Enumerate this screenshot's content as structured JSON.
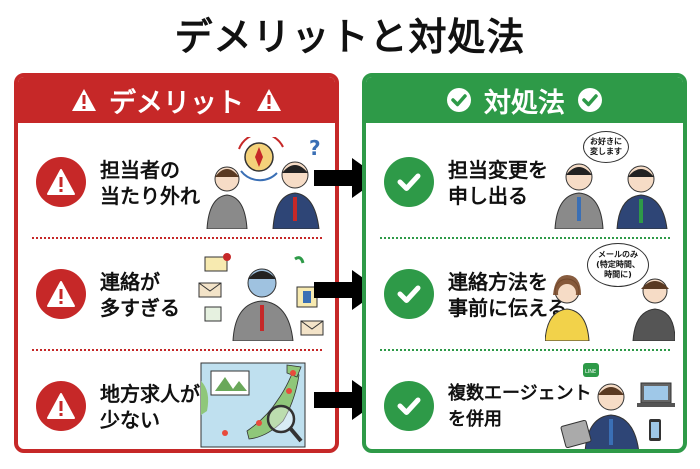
{
  "title": "デメリットと対処法",
  "colors": {
    "demerit": "#c62828",
    "solution": "#2e9a48",
    "arrow": "#000000"
  },
  "demerits": {
    "header": "デメリット",
    "header_icon": "warning-triangle-icon",
    "items": [
      {
        "label": "担当者の\n当たり外れ",
        "icon": "warning-icon",
        "illustration": "two-people-confused-compass"
      },
      {
        "label": "連絡が\n多すぎる",
        "icon": "warning-icon",
        "illustration": "stressed-man-many-messages"
      },
      {
        "label": "地方求人が\n少ない",
        "icon": "warning-icon",
        "illustration": "japan-map-magnifier"
      }
    ]
  },
  "solutions": {
    "header": "対処法",
    "header_icon": "check-circle-icon",
    "items": [
      {
        "label": "担当変更を\n申し出る",
        "icon": "check-icon",
        "illustration": "two-men-talking",
        "speech": "お好きに\n変します"
      },
      {
        "label": "連絡方法を\n事前に伝える",
        "icon": "check-icon",
        "illustration": "two-women-talking",
        "speech": "メールのみ\n(特定時間、\n時間に)"
      },
      {
        "label": "複数エージェント\nを併用",
        "icon": "check-icon",
        "illustration": "man-with-devices",
        "badge": "LINE"
      }
    ]
  }
}
